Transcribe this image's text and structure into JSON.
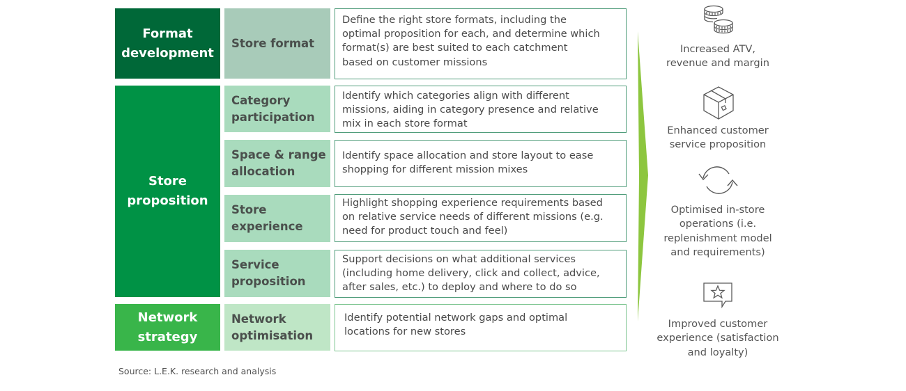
{
  "colors": {
    "format_development": "#006838",
    "store_proposition": "#009245",
    "network_strategy": "#39b54a",
    "store_format_bg": "#a8cbb9",
    "store_prop_sub_bg": "#a9dbbd",
    "network_sub_bg": "#bfe6c6",
    "desc_border": "#4f9c7a",
    "arrow": "#8dc63f",
    "text_dark": "#4a4a4a"
  },
  "rows": [
    {
      "group": "Format development",
      "items": [
        {
          "label": "Store format",
          "description": "Define the right store formats, including the optimal proposition for each, and determine which format(s) are best suited to each catchment based on customer missions"
        }
      ]
    },
    {
      "group": "Store proposition",
      "items": [
        {
          "label": "Category participation",
          "description": "Identify which categories align with different missions, aiding in category presence and relative mix in each store format"
        },
        {
          "label": "Space & range allocation",
          "description": "Identify space allocation and store layout to ease shopping for different mission mixes"
        },
        {
          "label": "Store experience",
          "description": "Highlight shopping experience requirements based on relative service needs of different missions (e.g. need for product touch and feel)"
        },
        {
          "label": "Service proposition",
          "description": "Support decisions on what additional services (including home delivery, click and collect, advice, after sales, etc.) to deploy and where to do so"
        }
      ]
    },
    {
      "group": "Network strategy",
      "items": [
        {
          "label": "Network optimisation",
          "description": "Identify potential network gaps and optimal locations for new stores"
        }
      ]
    }
  ],
  "group_lines": {
    "format_development": [
      "Format",
      "development"
    ],
    "store_proposition": [
      "Store",
      "proposition"
    ],
    "network_strategy": [
      "Network",
      "strategy"
    ]
  },
  "label_lines": {
    "store_format": [
      "Store format"
    ],
    "category_participation": [
      "Category",
      "participation"
    ],
    "space_range": [
      "Space & range",
      "allocation"
    ],
    "store_experience": [
      "Store",
      "experience"
    ],
    "service_proposition": [
      "Service",
      "proposition"
    ],
    "network_optimisation": [
      "Network",
      "optimisation"
    ]
  },
  "desc_lines": {
    "store_format": [
      "Define the right store formats, including the",
      "optimal proposition for each, and determine which",
      "format(s) are best suited to each catchment",
      "based on customer missions"
    ],
    "category_participation": [
      "Identify which categories align with different",
      "missions, aiding in category presence and relative",
      "mix in each store format"
    ],
    "space_range": [
      "Identify space allocation and store layout to ease",
      "shopping for different mission mixes"
    ],
    "store_experience": [
      "Highlight shopping experience requirements based",
      "on relative service needs of different missions (e.g.",
      "need for product touch and feel)"
    ],
    "service_proposition": [
      "Support decisions on what additional services",
      "(including home delivery, click and collect, advice,",
      "after sales, etc.) to deploy and where to do so"
    ],
    "network_optimisation": [
      "Identify potential network gaps and optimal",
      "locations for new stores"
    ]
  },
  "outcomes": [
    {
      "icon": "coins-icon",
      "lines": [
        "Increased ATV,",
        "revenue and margin"
      ]
    },
    {
      "icon": "box-icon",
      "lines": [
        "Enhanced customer",
        "service proposition"
      ]
    },
    {
      "icon": "cycle-arrows-icon",
      "lines": [
        "Optimised in-store",
        "operations (i.e.",
        "replenishment model",
        "and requirements)"
      ]
    },
    {
      "icon": "star-speech-bubble-icon",
      "lines": [
        "Improved customer",
        "experience (satisfaction",
        "and loyalty)"
      ]
    }
  ],
  "source": "Source: L.E.K. research and analysis"
}
